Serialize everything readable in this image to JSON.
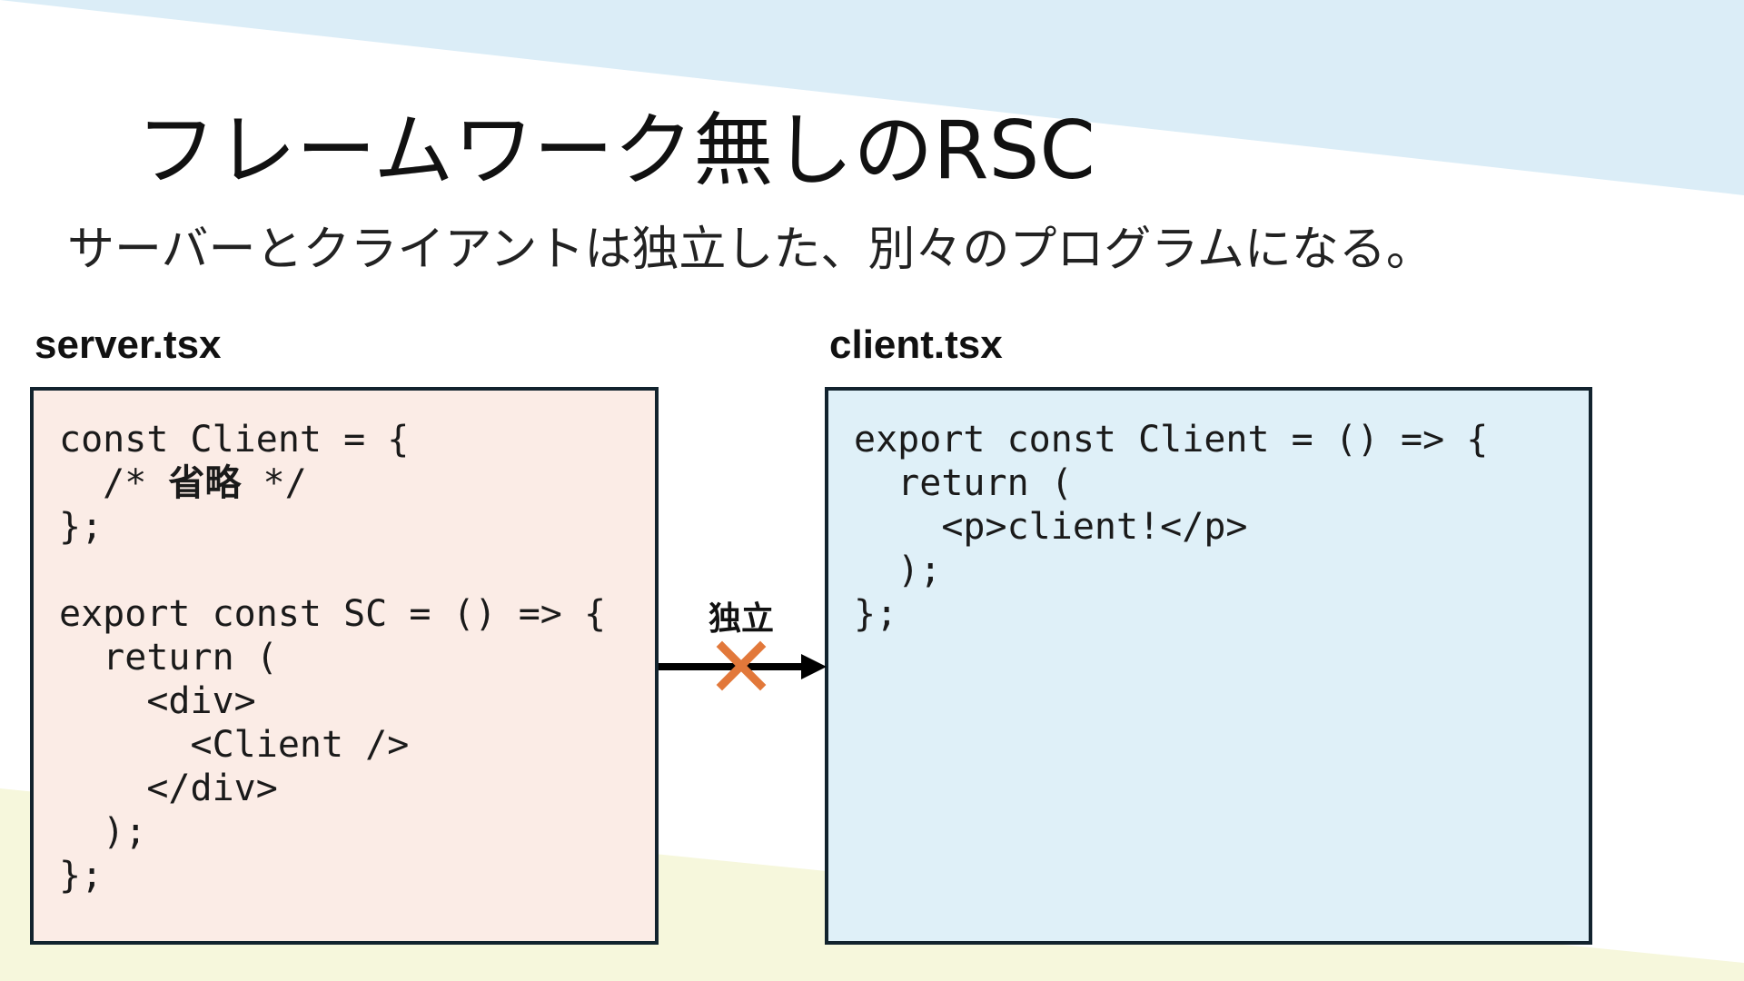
{
  "slide": {
    "title": "フレームワーク無しのRSC",
    "subtitle": "サーバーとクライアントは独立した、別々のプログラムになる。"
  },
  "colors": {
    "bg_blue": "#dbedf7",
    "bg_yellow": "#f6f7dc",
    "server_panel": "#fbece6",
    "client_panel": "#dff0f8",
    "panel_border": "#12232e",
    "cross": "#e2783a"
  },
  "server": {
    "filename": "server.tsx",
    "lines": [
      {
        "pre": "const Client = {"
      },
      {
        "pre": "  /* ",
        "bold": "省略",
        "post": " */"
      },
      {
        "pre": "};"
      },
      {
        "pre": ""
      },
      {
        "pre": "export const SC = () => {"
      },
      {
        "pre": "  return ("
      },
      {
        "pre": "    <div>"
      },
      {
        "pre": "      <Client />"
      },
      {
        "pre": "    </div>"
      },
      {
        "pre": "  );"
      },
      {
        "pre": "};"
      }
    ]
  },
  "client": {
    "filename": "client.tsx",
    "lines": [
      {
        "pre": "export const Client = () => {"
      },
      {
        "pre": "  return ("
      },
      {
        "pre": "    <p>client!</p>"
      },
      {
        "pre": "  );"
      },
      {
        "pre": "};"
      }
    ]
  },
  "connector": {
    "label": "独立",
    "cross_icon": "x-mark-icon",
    "arrow_icon": "arrow-right-icon"
  }
}
